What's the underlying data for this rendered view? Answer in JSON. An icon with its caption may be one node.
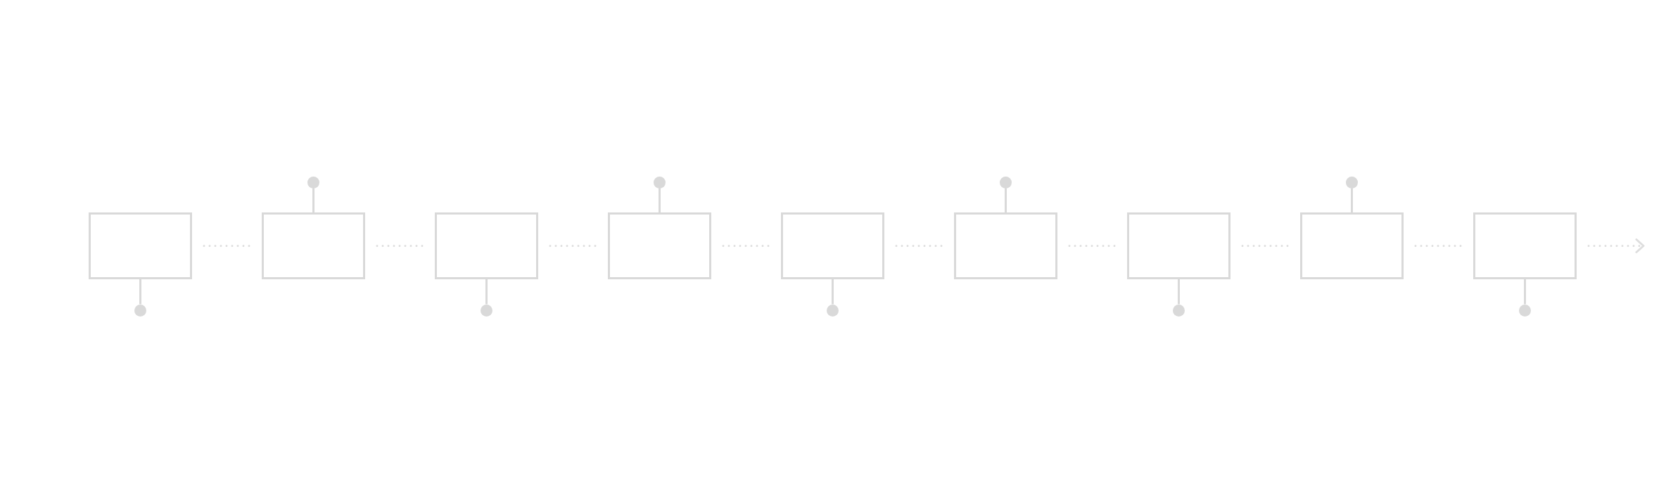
{
  "diagram": {
    "nodes": [
      {
        "text": [],
        "shape": "box"
      },
      {
        "text": [],
        "shape": "box"
      },
      {
        "text": [],
        "shape": "box"
      },
      {
        "text": [],
        "shape": "box"
      },
      {
        "text": [],
        "shape": "box"
      },
      {
        "text": [],
        "shape": "box"
      },
      {
        "text": [],
        "shape": "box"
      },
      {
        "text": [],
        "shape": "box"
      },
      {
        "text": [],
        "shape": "box"
      },
      {
        "text": [],
        "shape": "circle"
      },
      {
        "text": [],
        "shape": "circle"
      },
      {
        "text": [],
        "shape": "circle"
      },
      {
        "text": [],
        "shape": "circle"
      },
      {
        "text": [],
        "shape": "circle"
      },
      {
        "text": [],
        "shape": "circle"
      },
      {
        "text": [],
        "shape": "circle"
      },
      {
        "text": [],
        "shape": "circle"
      },
      {
        "text": [],
        "shape": "circle"
      }
    ],
    "edges": [
      {
        "from": 0,
        "to": 1,
        "arrow": "none",
        "style": "dashed"
      },
      {
        "from": 1,
        "to": 2,
        "arrow": "none",
        "style": "dashed"
      },
      {
        "from": 2,
        "to": 3,
        "arrow": "none",
        "style": "dashed"
      },
      {
        "from": 3,
        "to": 4,
        "arrow": "none",
        "style": "dashed"
      },
      {
        "from": 4,
        "to": 5,
        "arrow": "none",
        "style": "dashed"
      },
      {
        "from": 5,
        "to": 6,
        "arrow": "none",
        "style": "dashed"
      },
      {
        "from": 6,
        "to": 7,
        "arrow": "none",
        "style": "dashed"
      },
      {
        "from": 7,
        "to": 8,
        "arrow": "none",
        "style": "dashed"
      },
      {
        "from": 8,
        "to": null,
        "arrow": "to",
        "style": "dashed"
      },
      {
        "from": 0,
        "to": 9,
        "arrow": "none"
      },
      {
        "from": 1,
        "to": 10,
        "arrow": "none"
      },
      {
        "from": 2,
        "to": 11,
        "arrow": "none"
      },
      {
        "from": 3,
        "to": 12,
        "arrow": "none"
      },
      {
        "from": 4,
        "to": 13,
        "arrow": "none"
      },
      {
        "from": 5,
        "to": 14,
        "arrow": "none"
      },
      {
        "from": 6,
        "to": 15,
        "arrow": "none"
      },
      {
        "from": 7,
        "to": 16,
        "arrow": "none"
      },
      {
        "from": 8,
        "to": 17,
        "arrow": "none"
      }
    ]
  }
}
